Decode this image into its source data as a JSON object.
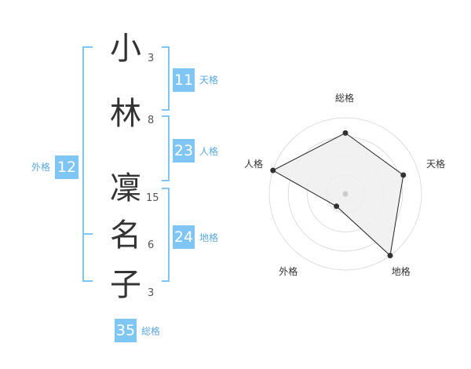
{
  "name": {
    "chars": [
      {
        "char": "小",
        "strokes": "3"
      },
      {
        "char": "林",
        "strokes": "8"
      },
      {
        "char": "凜",
        "strokes": "15"
      },
      {
        "char": "名",
        "strokes": "6"
      },
      {
        "char": "子",
        "strokes": "3"
      }
    ]
  },
  "fortunes": {
    "tenkaku": {
      "value": "11",
      "label": "天格"
    },
    "jinkaku": {
      "value": "23",
      "label": "人格"
    },
    "chikaku": {
      "value": "24",
      "label": "地格"
    },
    "gaikaku": {
      "value": "12",
      "label": "外格"
    },
    "soukaku": {
      "value": "35",
      "label": "総格"
    }
  },
  "colors": {
    "accent": "#7fc6f4",
    "accent_text": "#5aa9e0",
    "radar_fill": "#eeeeee",
    "radar_line": "#222222"
  },
  "chart_data": {
    "type": "radar",
    "axes": [
      "総格",
      "天格",
      "地格",
      "外格",
      "人格"
    ],
    "values": [
      0.8,
      0.8,
      1.0,
      0.2,
      1.0
    ],
    "range": [
      0,
      1
    ],
    "rings": 4
  }
}
